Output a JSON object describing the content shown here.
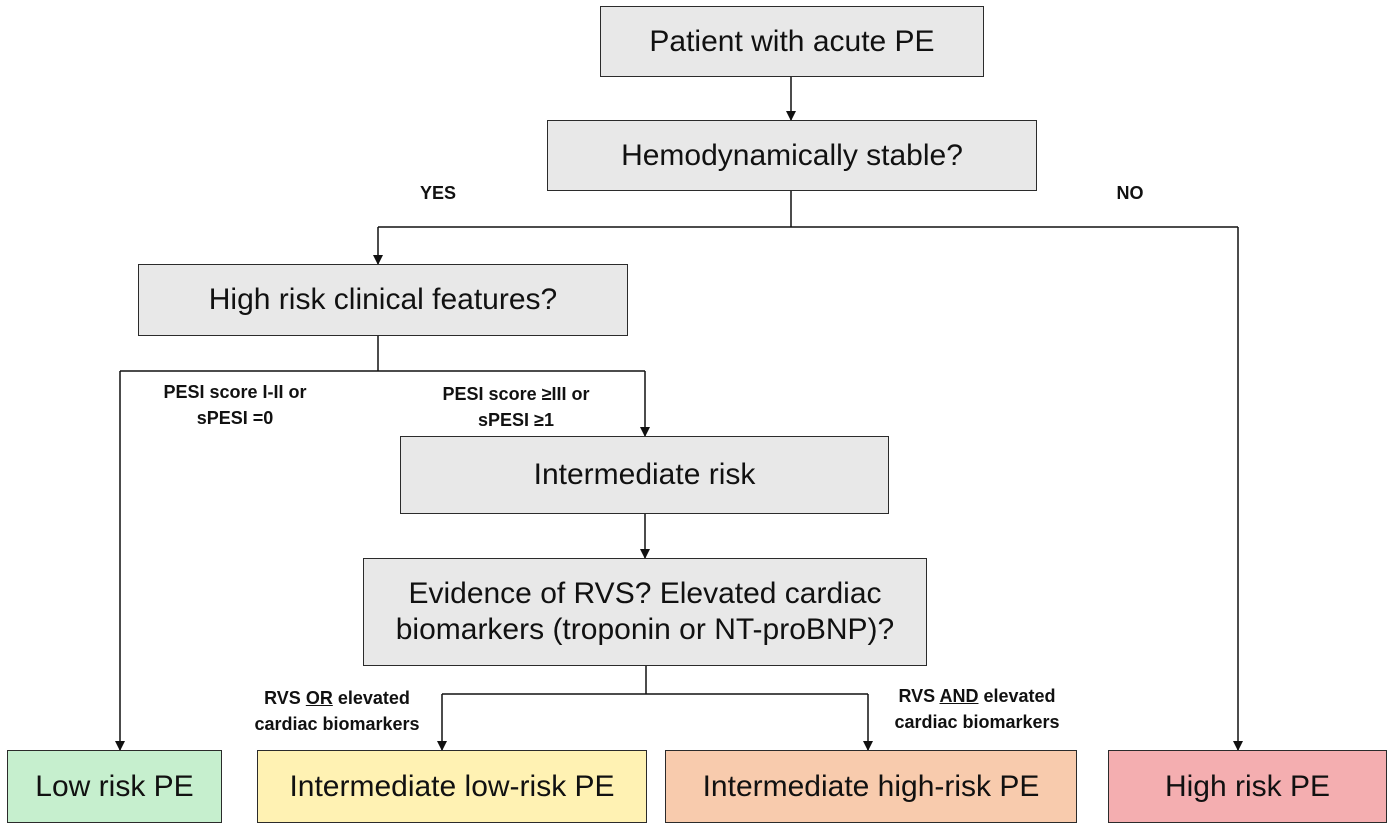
{
  "boxes": {
    "patient": "Patient with acute PE",
    "hemodynamic": "Hemodynamically stable?",
    "high_risk_features": "High risk clinical features?",
    "intermediate": "Intermediate risk",
    "evidence_line1": "Evidence of RVS? Elevated cardiac",
    "evidence_line2": "biomarkers (troponin or NT-proBNP)?",
    "low_risk": "Low risk PE",
    "intermediate_low": "Intermediate low-risk PE",
    "intermediate_high": "Intermediate high-risk PE",
    "high_risk": "High risk PE"
  },
  "labels": {
    "yes": "YES",
    "no": "NO",
    "pesi_low_line1": "PESI score I-II or",
    "pesi_low_line2": "sPESI =0",
    "pesi_high_line1": "PESI score ≥III or",
    "pesi_high_line2": "sPESI ≥1",
    "rvs_or_pre": "RVS ",
    "rvs_or_key": "OR",
    "rvs_or_post": " elevated",
    "rvs_or_line2": "cardiac biomarkers",
    "rvs_and_pre": "RVS ",
    "rvs_and_key": "AND",
    "rvs_and_post": " elevated",
    "rvs_and_line2": "cardiac biomarkers"
  },
  "colors": {
    "decision_fill": "#e8e8e8",
    "low_risk_fill": "#c6efce",
    "intermediate_low_fill": "#fff2b3",
    "intermediate_high_fill": "#f8cbad",
    "high_risk_fill": "#f4aeb0",
    "line": "#111111"
  }
}
